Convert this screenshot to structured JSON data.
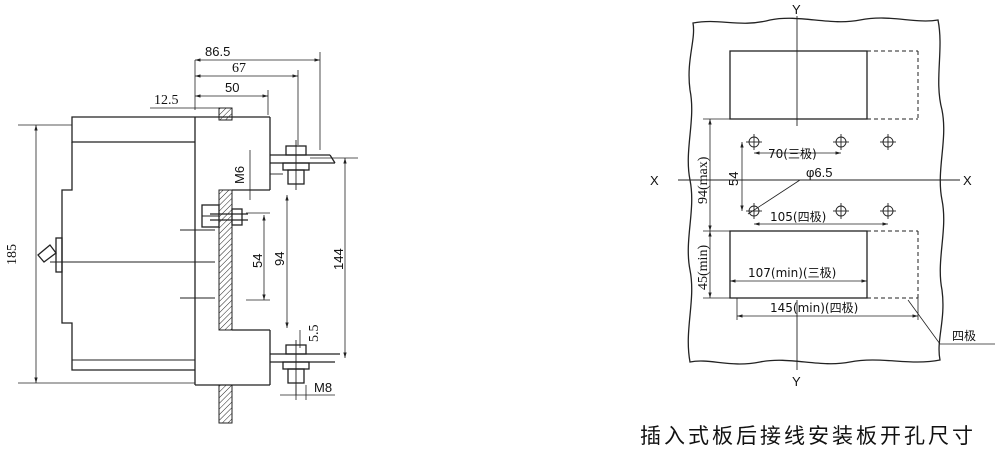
{
  "side_view": {
    "dims": {
      "d86_5": "86.5",
      "d67": "67",
      "d50": "50",
      "d12_5": "12.5",
      "d185": "185",
      "m6": "M6",
      "d54": "54",
      "d94": "94",
      "d144": "144",
      "d5_5": "5.5",
      "m8": "M8"
    }
  },
  "cutout_view": {
    "axis": {
      "y_top": "Y",
      "y_bottom": "Y",
      "x_left": "X",
      "x_right": "X"
    },
    "dims": {
      "d70": "70(三极)",
      "phi": "φ6.5",
      "d54": "54",
      "d94max": "94(max)",
      "d105": "105(四极)",
      "d45min": "45(min)",
      "d107": "107(min)(三极)",
      "d145": "145(min)(四极)"
    },
    "label_4pole": "四极"
  },
  "caption": "插入式板后接线安装板开孔尺寸"
}
